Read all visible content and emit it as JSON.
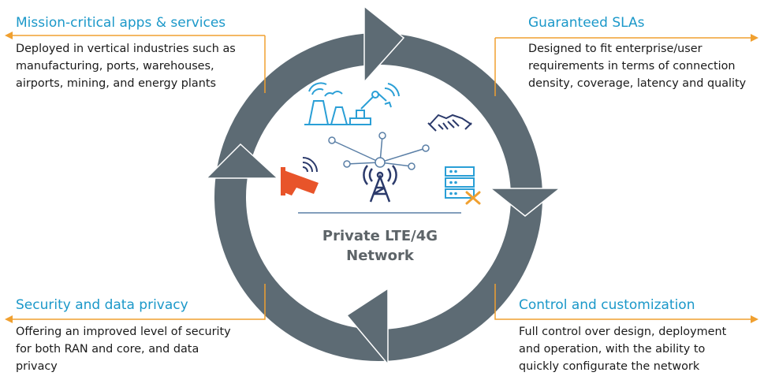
{
  "center": {
    "line1": "Private LTE/4G",
    "line2": "Network"
  },
  "quadrants": {
    "top_left": {
      "title": "Mission-critical apps & services",
      "lines": [
        "Deployed in vertical industries such as",
        "manufacturing, ports, warehouses,",
        "airports, mining, and energy plants"
      ]
    },
    "top_right": {
      "title": "Guaranteed SLAs",
      "lines": [
        "Designed to fit enterprise/user",
        "requirements in terms of connection",
        "density, coverage, latency and quality"
      ]
    },
    "bottom_left": {
      "title": "Security and data privacy",
      "lines": [
        "Offering an improved level of security",
        "for both RAN and core, and data",
        "privacy"
      ]
    },
    "bottom_right": {
      "title": "Control and customization",
      "lines": [
        "Full control over design, deployment",
        "and operation, with the ability to",
        "quickly configurate the network"
      ]
    }
  },
  "icons": [
    "power-plant-icon",
    "robot-arm-icon",
    "handshake-icon",
    "security-camera-icon",
    "network-tower-icon",
    "server-settings-icon"
  ],
  "colors": {
    "ring": "#5d6b74",
    "title": "#1b98c9",
    "connector": "#f0a030",
    "icon_blue": "#2a9fd6",
    "icon_dark": "#2b3a6b",
    "icon_orange": "#e8542a",
    "divider": "#5a7fa6"
  }
}
